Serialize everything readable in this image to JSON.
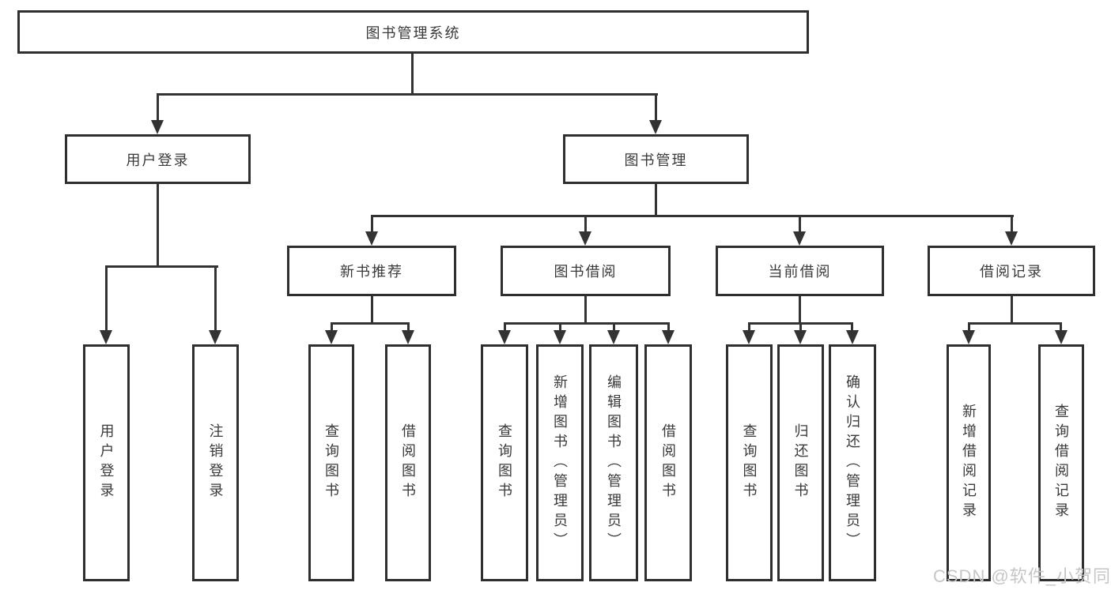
{
  "title": {
    "label": "图书管理系统"
  },
  "level2": [
    {
      "label": "用户登录"
    },
    {
      "label": "图书管理"
    }
  ],
  "level3": [
    {
      "label": "新书推荐"
    },
    {
      "label": "图书借阅"
    },
    {
      "label": "当前借阅"
    },
    {
      "label": "借阅记录"
    }
  ],
  "leaves": [
    {
      "label": "用户登录"
    },
    {
      "label": "注销登录"
    },
    {
      "label": "查询图书"
    },
    {
      "label": "借阅图书"
    },
    {
      "label": "查询图书"
    },
    {
      "label": "新增图书（管理员）"
    },
    {
      "label": "编辑图书（管理员）"
    },
    {
      "label": "借阅图书"
    },
    {
      "label": "查询图书"
    },
    {
      "label": "归还图书"
    },
    {
      "label": "确认归还（管理员）"
    },
    {
      "label": "新增借阅记录"
    },
    {
      "label": "查询借阅记录"
    }
  ],
  "watermark": {
    "text": "CSDN @软件_小贺同学"
  },
  "colors": {
    "line": "#333333",
    "box_border": "#2f2f2f",
    "background": "#ffffff",
    "watermark": "#c6c6c6"
  }
}
